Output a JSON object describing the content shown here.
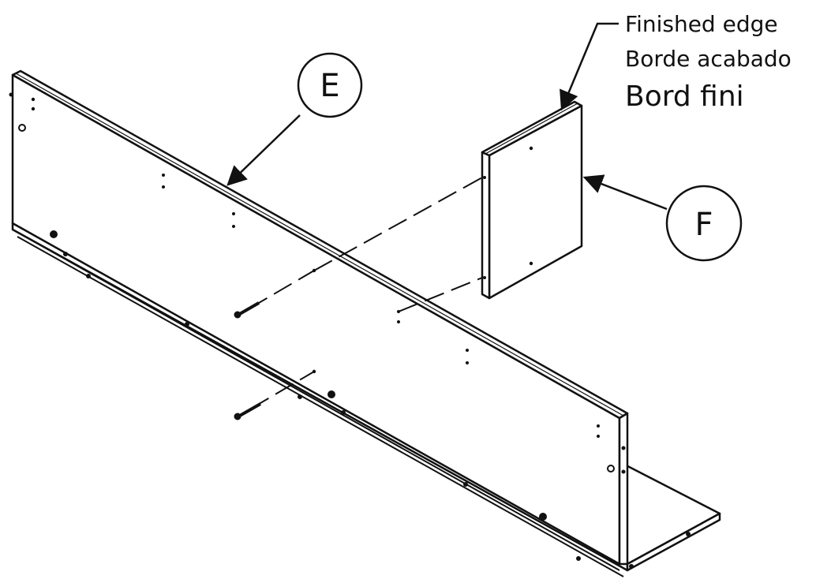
{
  "callouts": {
    "panel_e": {
      "letter": "E"
    },
    "panel_f": {
      "letter": "F"
    }
  },
  "finished_edge_label": {
    "english": "Finished edge",
    "spanish": "Borde acabado",
    "french": "Bord fini"
  },
  "colors": {
    "line": "#111111",
    "background": "#ffffff"
  }
}
